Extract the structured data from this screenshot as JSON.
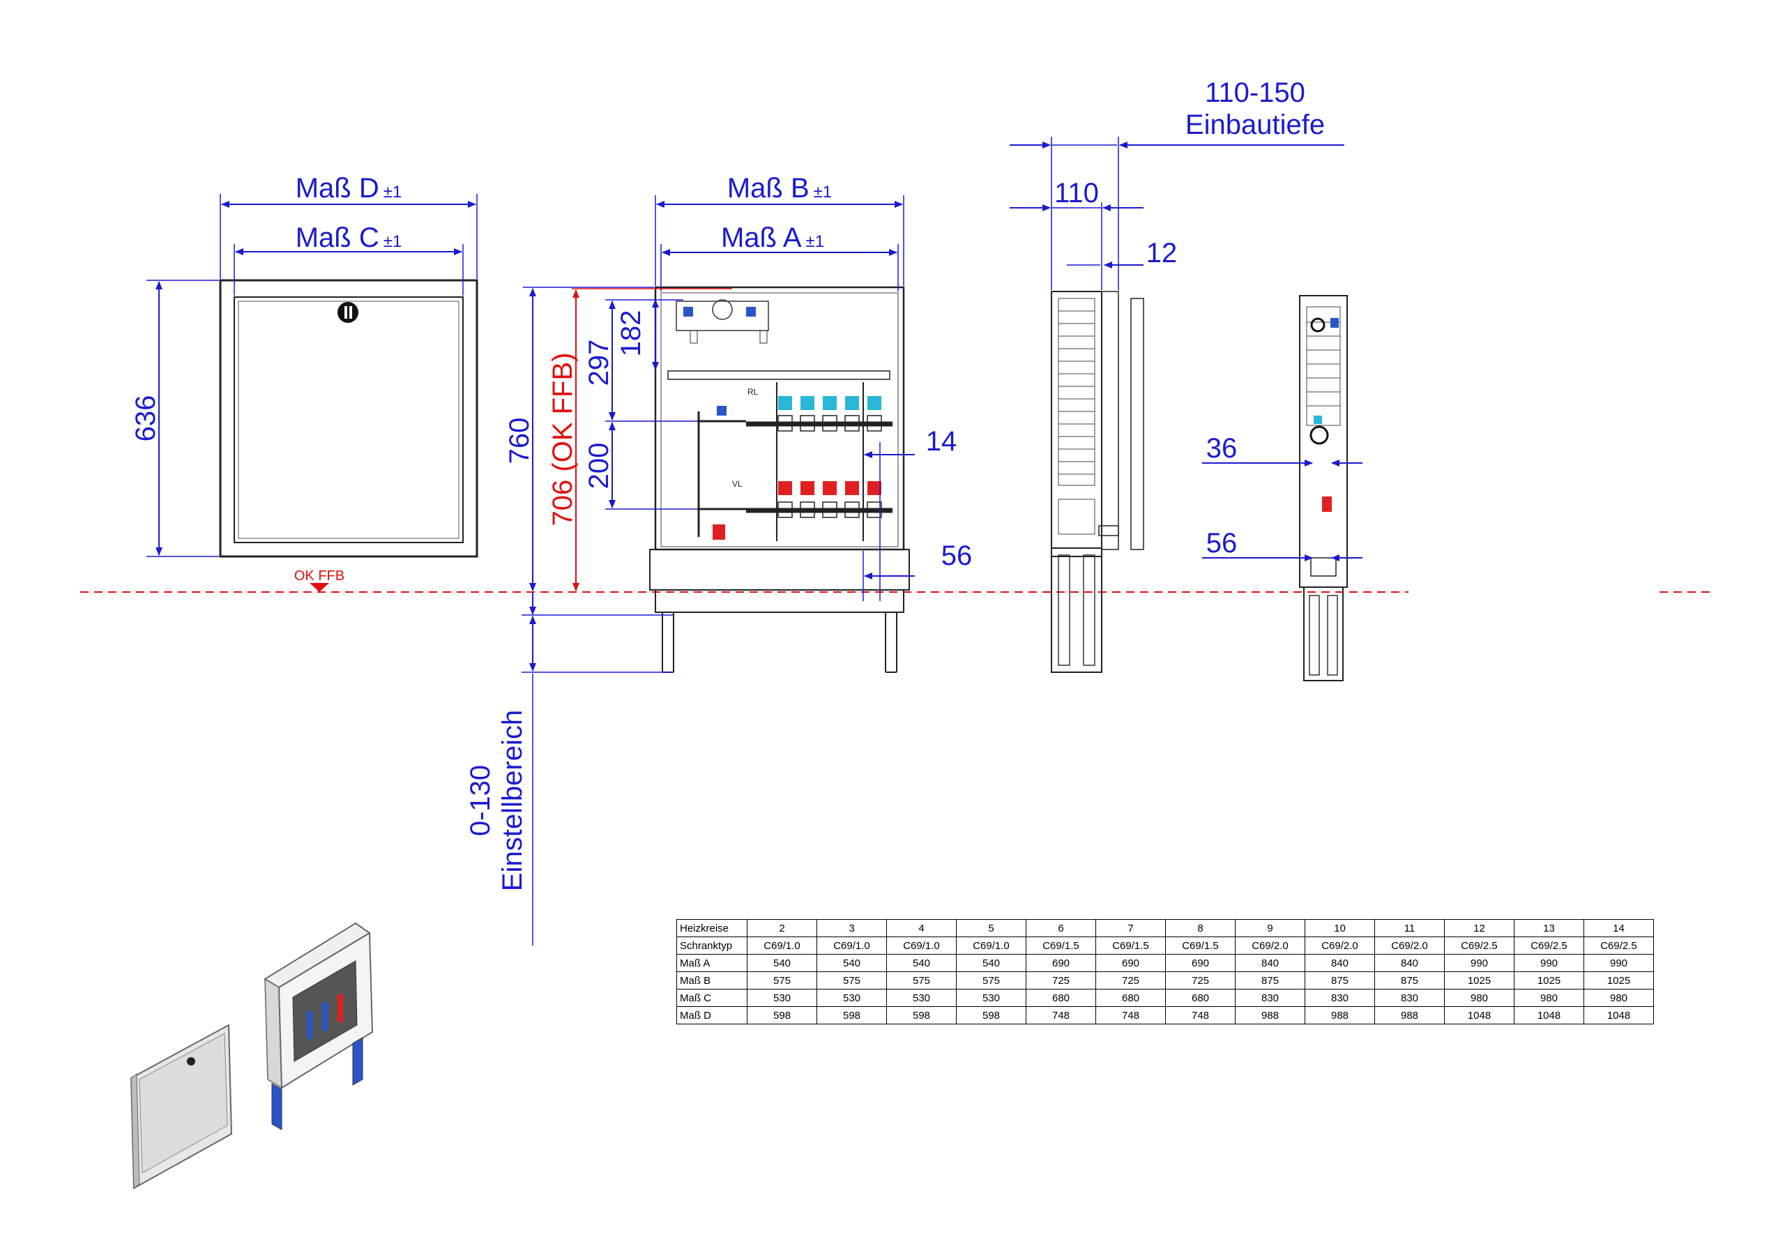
{
  "labels": {
    "mass_d": "Maß D",
    "mass_c": "Maß C",
    "mass_b": "Maß B",
    "mass_a": "Maß A",
    "tolerance": "±1",
    "ok_ffb": "OK FFB",
    "einbautiefe_range": "110-150",
    "einbautiefe": "Einbautiefe",
    "einstellbereich_range": "0-130",
    "einstellbereich": "Einstellbereich",
    "rl": "RL",
    "vl": "VL"
  },
  "dims": {
    "d636": "636",
    "d760": "760",
    "d706": "706 (OK FFB)",
    "d297": "297",
    "d182": "182",
    "d200": "200",
    "d14": "14",
    "d56": "56",
    "d110": "110",
    "d12": "12",
    "d36": "36",
    "d56b": "56"
  },
  "table": {
    "rows": [
      {
        "label": "Heizkreise",
        "values": [
          "2",
          "3",
          "4",
          "5",
          "6",
          "7",
          "8",
          "9",
          "10",
          "11",
          "12",
          "13",
          "14"
        ]
      },
      {
        "label": "Schranktyp",
        "values": [
          "C69/1.0",
          "C69/1.0",
          "C69/1.0",
          "C69/1.0",
          "C69/1.5",
          "C69/1.5",
          "C69/1.5",
          "C69/2.0",
          "C69/2.0",
          "C69/2.0",
          "C69/2.5",
          "C69/2.5",
          "C69/2.5"
        ]
      },
      {
        "label": "Maß A",
        "values": [
          "540",
          "540",
          "540",
          "540",
          "690",
          "690",
          "690",
          "840",
          "840",
          "840",
          "990",
          "990",
          "990"
        ]
      },
      {
        "label": "Maß B",
        "values": [
          "575",
          "575",
          "575",
          "575",
          "725",
          "725",
          "725",
          "875",
          "875",
          "875",
          "1025",
          "1025",
          "1025"
        ]
      },
      {
        "label": "Maß C",
        "values": [
          "530",
          "530",
          "530",
          "530",
          "680",
          "680",
          "680",
          "830",
          "830",
          "830",
          "980",
          "980",
          "980"
        ]
      },
      {
        "label": "Maß D",
        "values": [
          "598",
          "598",
          "598",
          "598",
          "748",
          "748",
          "748",
          "988",
          "988",
          "988",
          "1048",
          "1048",
          "1048"
        ]
      }
    ]
  },
  "colors": {
    "dimension": "#1a1ad0",
    "reference": "#e01010",
    "valve_blue": "#29b6d8",
    "valve_red": "#e02020"
  }
}
